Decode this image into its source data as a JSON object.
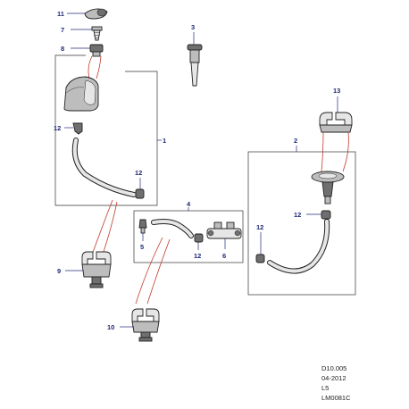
{
  "callouts": {
    "c1": "1",
    "c2": "2",
    "c3": "3",
    "c4": "4",
    "c5": "5",
    "c6": "6",
    "c7": "7",
    "c8": "8",
    "c9": "9",
    "c10": "10",
    "c11": "11",
    "c12a": "12",
    "c12b": "12",
    "c12c": "12",
    "c12d": "12",
    "c12e": "12",
    "c13": "13"
  },
  "footer": {
    "ref": "D10.005",
    "date": "04-2012",
    "model": "L5",
    "drawing_no": "LM0081C"
  },
  "colors": {
    "callout_text": "#1f2a78",
    "leader_red": "#c0392b",
    "outline": "#222222",
    "part_fill_light": "#e6e6e6",
    "part_fill_mid": "#bdbdbd",
    "part_fill_dark": "#6f6f6f"
  }
}
